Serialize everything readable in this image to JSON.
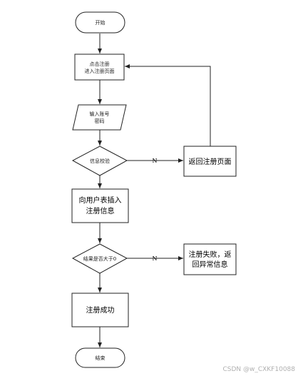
{
  "nodes": {
    "start": {
      "label": "开始"
    },
    "register": {
      "line1": "点击注册",
      "line2": "进入注册页面"
    },
    "input": {
      "line1": "输入账号",
      "line2": "密码"
    },
    "check": {
      "label": "信息校验"
    },
    "insert": {
      "line1": "向用户表插入",
      "line2": "注册信息"
    },
    "result": {
      "label": "结果是否大于0"
    },
    "success": {
      "label": "注册成功"
    },
    "end": {
      "label": "结束"
    },
    "back": {
      "label": "返回注册页面"
    },
    "fail": {
      "line1": "注册失败，返",
      "line2": "回异常信息"
    }
  },
  "edges": {
    "check_no": "N",
    "result_no": "N"
  },
  "watermark": "CSDN @w_CXKF10088"
}
